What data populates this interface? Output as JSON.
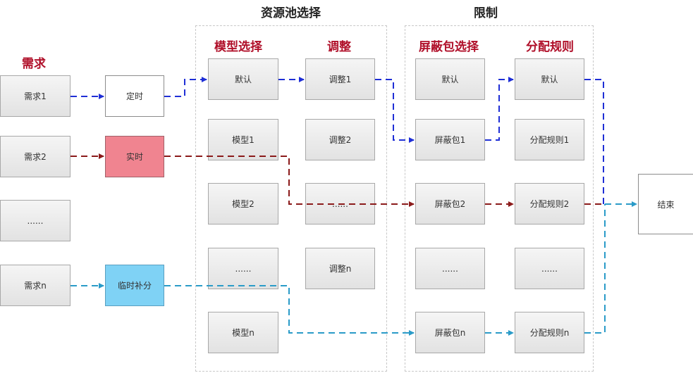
{
  "headers": {
    "resource_pool": "资源池选择",
    "limit": "限制",
    "demand": "需求",
    "model_select": "模型选择",
    "adjust": "调整",
    "shield_select": "屏蔽包选择",
    "alloc_rule": "分配规则"
  },
  "demands": [
    "需求1",
    "需求2",
    "......",
    "需求n"
  ],
  "triggers": {
    "scheduled": "定时",
    "realtime": "实时",
    "temporary": "临时补分"
  },
  "models": [
    "默认",
    "模型1",
    "模型2",
    "......",
    "模型n"
  ],
  "adjustments": [
    "调整1",
    "调整2",
    "......",
    "调整n"
  ],
  "shield_packages": [
    "默认",
    "屏蔽包1",
    "屏蔽包2",
    "......",
    "屏蔽包n"
  ],
  "alloc_rules": [
    "默认",
    "分配规则1",
    "分配规则2",
    "......",
    "分配规则n"
  ],
  "end_label": "结束",
  "colors": {
    "flow_scheduled": "#1f2fd6",
    "flow_realtime": "#8b1a1a",
    "flow_temporary": "#2a9bc8",
    "header_accent": "#b0102a",
    "realtime_fill": "#f08490",
    "temporary_fill": "#7fd2f5"
  }
}
